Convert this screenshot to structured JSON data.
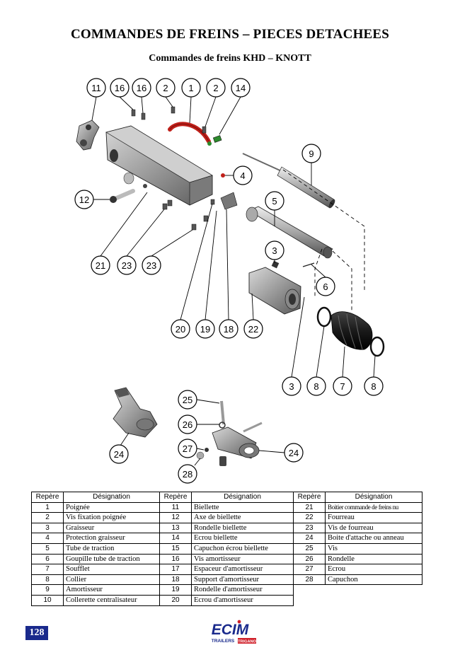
{
  "header": {
    "title": "COMMANDES DE FREINS – PIECES DETACHEES",
    "subtitle": "Commandes de freins KHD – KNOTT"
  },
  "callouts": [
    "11",
    "16",
    "16",
    "2",
    "1",
    "2",
    "14",
    "4",
    "9",
    "12",
    "5",
    "3",
    "6",
    "21",
    "23",
    "23",
    "20",
    "19",
    "18",
    "22",
    "3",
    "8",
    "7",
    "8",
    "25",
    "26",
    "27",
    "28",
    "24",
    "24"
  ],
  "table": {
    "headers": [
      "Repère",
      "Désignation"
    ],
    "col1": [
      {
        "num": "1",
        "name": "Poignée"
      },
      {
        "num": "2",
        "name": "Vis fixation poignée"
      },
      {
        "num": "3",
        "name": "Graisseur"
      },
      {
        "num": "4",
        "name": "Protection graisseur"
      },
      {
        "num": "5",
        "name": "Tube de traction"
      },
      {
        "num": "6",
        "name": "Goupille tube de traction"
      },
      {
        "num": "7",
        "name": "Soufflet"
      },
      {
        "num": "8",
        "name": "Collier"
      },
      {
        "num": "9",
        "name": "Amortisseur"
      },
      {
        "num": "10",
        "name": "Collerette centralisateur"
      }
    ],
    "col2": [
      {
        "num": "11",
        "name": "Biellette"
      },
      {
        "num": "12",
        "name": "Axe de biellette"
      },
      {
        "num": "13",
        "name": "Rondelle biellette"
      },
      {
        "num": "14",
        "name": "Ecrou biellette"
      },
      {
        "num": "15",
        "name": "Capuchon écrou biellette"
      },
      {
        "num": "16",
        "name": "Vis amortisseur"
      },
      {
        "num": "17",
        "name": "Espaceur d'amortisseur"
      },
      {
        "num": "18",
        "name": "Support d'amortisseur"
      },
      {
        "num": "19",
        "name": "Rondelle d'amortisseur"
      },
      {
        "num": "20",
        "name": "Ecrou d'amortisseur"
      }
    ],
    "col3": [
      {
        "num": "21",
        "name": "Boitier commande de freins nu"
      },
      {
        "num": "22",
        "name": "Fourreau"
      },
      {
        "num": "23",
        "name": "Vis de fourreau"
      },
      {
        "num": "24",
        "name": "Boite d'attache ou anneau"
      },
      {
        "num": "25",
        "name": "Vis"
      },
      {
        "num": "26",
        "name": "Rondelle"
      },
      {
        "num": "27",
        "name": "Ecrou"
      },
      {
        "num": "28",
        "name": "Capuchon"
      }
    ]
  },
  "footer": {
    "page_number": "128",
    "logo_text": "ECIM",
    "logo_sub": "TRAILERS",
    "logo_brand": "TRIGANO",
    "accent_color": "#1a2a8c",
    "logo_red": "#d0202a"
  }
}
